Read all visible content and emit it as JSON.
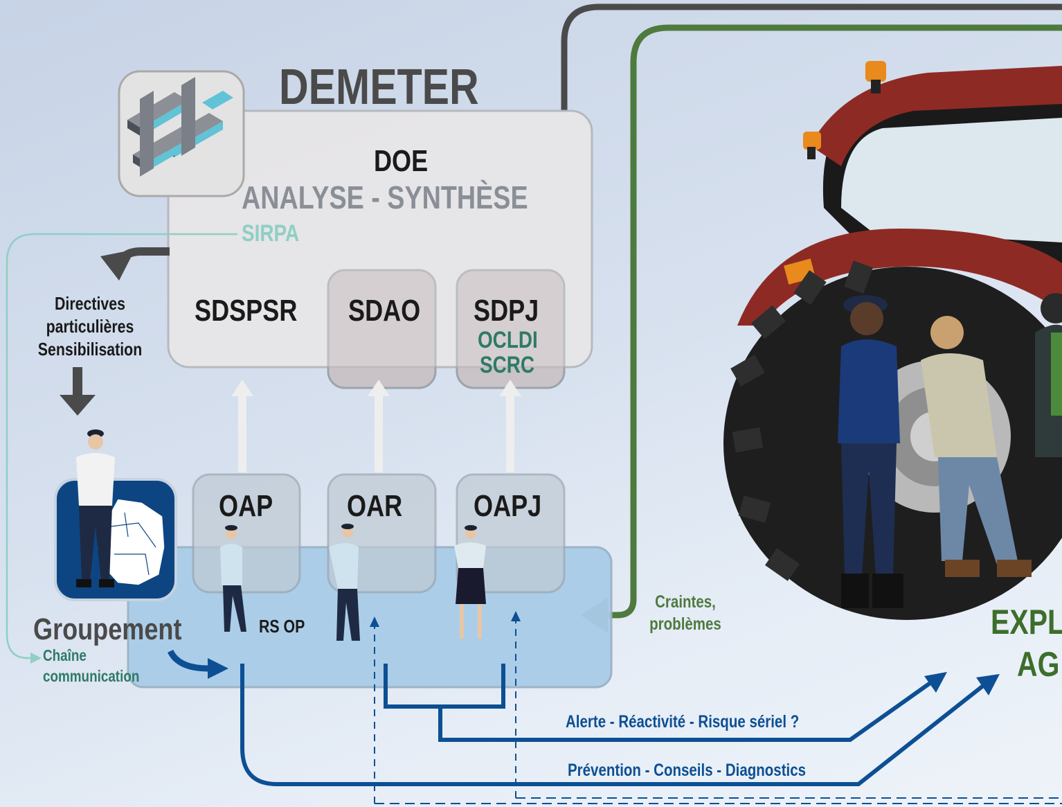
{
  "title": "DEMETER",
  "doe": {
    "heading": "DOE",
    "subheading": "ANALYSE - SYNTHÈSE",
    "sirpa": "SIRPA"
  },
  "directions": [
    "SDSPSR",
    "SDAO",
    "SDPJ"
  ],
  "sdpj_units": [
    "OCLDI",
    "SCRC"
  ],
  "left_labels": {
    "directives_line1": "Directives",
    "directives_line2": "particulières",
    "directives_line3": "Sensibilisation",
    "groupement": "Groupement",
    "chaine_line1": "Chaîne",
    "chaine_line2": "communication"
  },
  "officers": [
    "OAP",
    "OAR",
    "OAPJ"
  ],
  "rs_op": "RS OP",
  "craintes_line1": "Craintes,",
  "craintes_line2": "problèmes",
  "flow_alerte": "Alerte - Réactivité - Risque sériel ?",
  "flow_prevention": "Prévention - Conseils - Diagnostics",
  "target_line1": "EXPL",
  "target_line2": "AG",
  "colors": {
    "title": "#4a4a4a",
    "sirpa": "#8fcfc4",
    "green_text": "#2f7a66",
    "flow_blue": "#0d4f93",
    "feedback_green": "#4e7a3e",
    "target_green": "#3d6e2b",
    "dark_line": "#4a4a4a",
    "unit_blue": "#a9cce8"
  }
}
